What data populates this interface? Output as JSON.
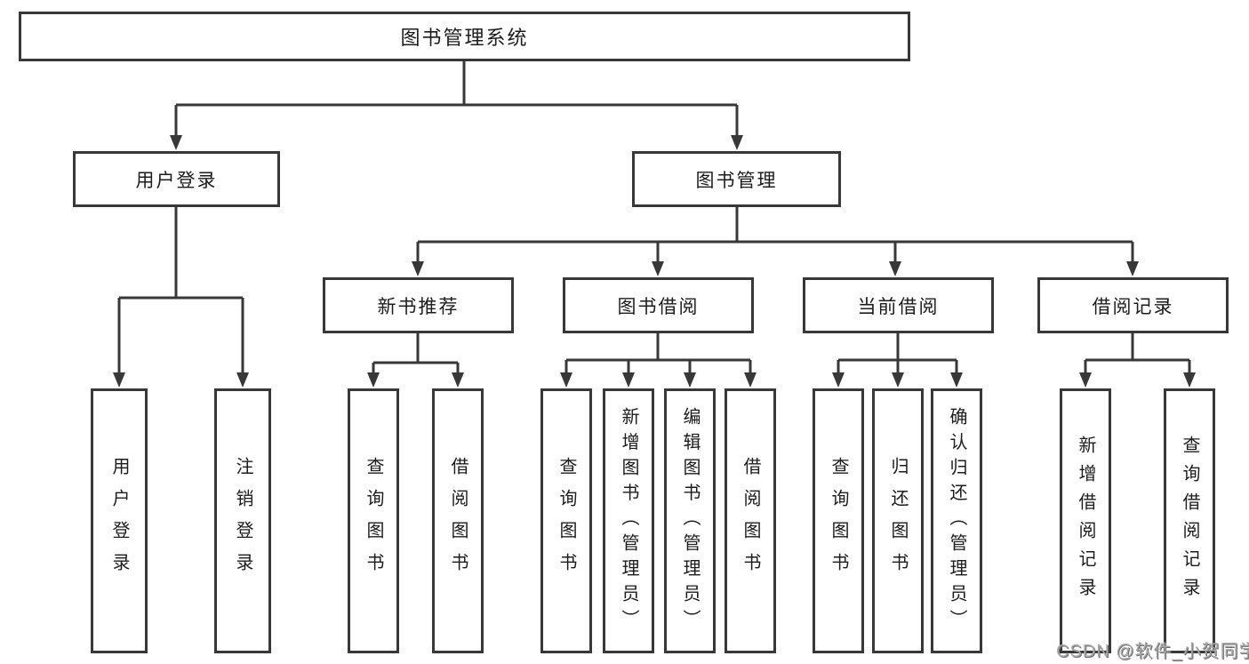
{
  "tree": {
    "label": "图书管理系统",
    "children": [
      {
        "label": "用户登录",
        "children": [
          {
            "label": "用户登录"
          },
          {
            "label": "注销登录"
          }
        ]
      },
      {
        "label": "图书管理",
        "children": [
          {
            "label": "新书推荐",
            "children": [
              {
                "label": "查询图书"
              },
              {
                "label": "借阅图书"
              }
            ]
          },
          {
            "label": "图书借阅",
            "children": [
              {
                "label": "查询图书"
              },
              {
                "label": "新增图书（管理员）"
              },
              {
                "label": "编辑图书（管理员）"
              },
              {
                "label": "借阅图书"
              }
            ]
          },
          {
            "label": "当前借阅",
            "children": [
              {
                "label": "查询图书"
              },
              {
                "label": "归还图书"
              },
              {
                "label": "确认归还（管理员）"
              }
            ]
          },
          {
            "label": "借阅记录",
            "children": [
              {
                "label": "新增借阅记录"
              },
              {
                "label": "查询借阅记录"
              }
            ]
          }
        ]
      }
    ]
  },
  "watermark": {
    "text": "CSDN @软件_小贺同学"
  },
  "colors": {
    "line": "#383838",
    "box_border": "#383838",
    "text": "#1c1c1c",
    "background": "#ffffff",
    "watermark": "#a8a8a8"
  }
}
